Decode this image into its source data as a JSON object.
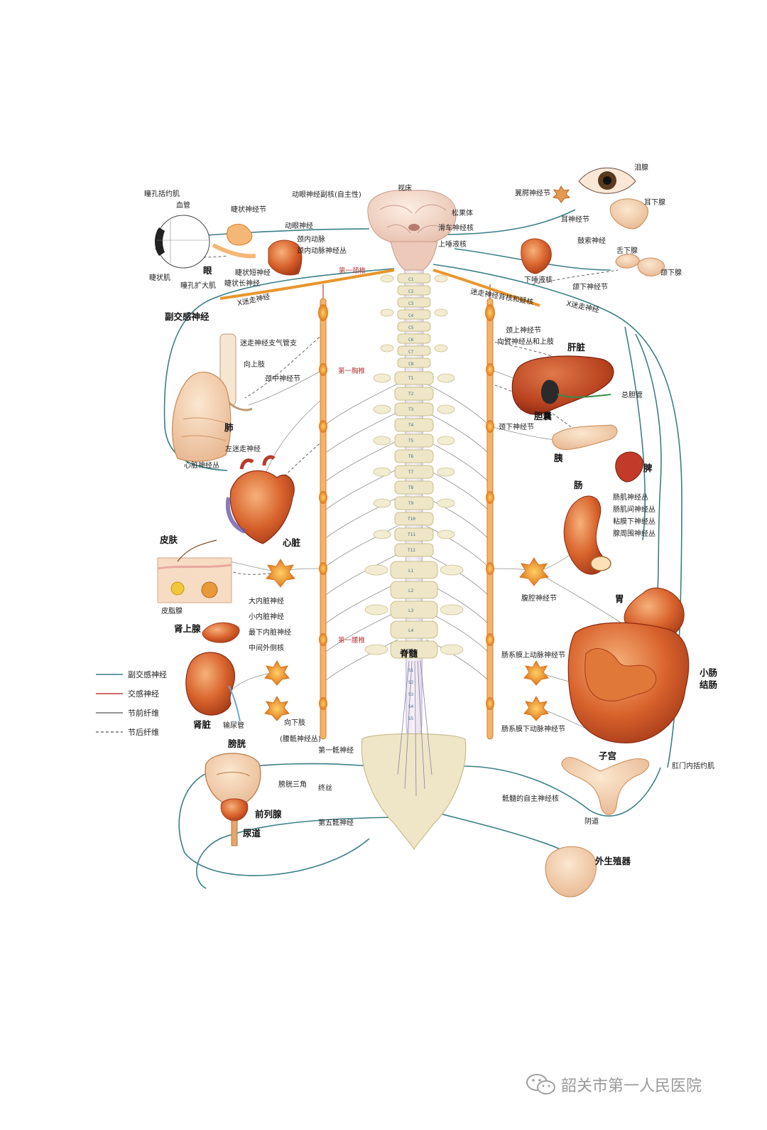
{
  "labels": {
    "pupil_sphincter": "瞳孔括约肌",
    "blood_vessel": "血管",
    "ciliary_ganglion": "睫状神经节",
    "oculomotor_nucleus": "动眼神经副核(自主性)",
    "thalamus": "视床",
    "sphenopalatine_ganglion": "翼腭神经节",
    "lacrimal_gland": "泪腺",
    "oculomotor_nerve": "动眼神经",
    "pineal": "松果体",
    "trochlear_nucleus": "滑车神经核",
    "superior_salivatory": "上唾液核",
    "internal_carotid": "颈内动脉",
    "internal_carotid_plexus": "颈内动脉神经丛",
    "ciliary_muscle": "睫状肌",
    "eye": "眼",
    "pupil_dilator": "瞳孔扩大肌",
    "short_ciliary": "睫状短神经",
    "long_ciliary": "睫状长神经",
    "parotid": "耳下腺",
    "otic_ganglion": "耳神经节",
    "chorda_tympani": "鼓索神经",
    "sublingual": "舌下腺",
    "submandibular_gland": "颌下腺",
    "inferior_salivatory": "下唾液核",
    "submandibular_ganglion": "颌下神经节",
    "first_cervical": "第一颈椎",
    "vagus_left": "X迷走神经",
    "vagus_right": "X迷走神经",
    "vagus_dorsal_nucleus": "迷走神经背核和疑核",
    "parasympathetic": "副交感神经",
    "vagus_bronchial": "迷走神经支气管支",
    "superior_cervical_ganglion": "颈上神经节",
    "cervical_plexus_upper_limb": "向臂神经丛和上肢",
    "liver": "肝脏",
    "upper_limb": "向上肢",
    "middle_cervical_ganglion": "颈中神经节",
    "first_thoracic": "第一胸椎",
    "gallbladder": "胆囊",
    "common_bile_duct": "总胆管",
    "inferior_cervical_ganglion": "颈下神经节",
    "lung": "肺",
    "left_vagus": "左迷走神经",
    "pancreas": "胰",
    "cardiac_plexus": "心脏神经丛",
    "spleen": "脾",
    "intestine": "肠",
    "myenteric_plexus": "肠肌神经丛",
    "intermuscular_plexus": "肠肌间神经丛",
    "submucosal_plexus": "粘膜下神经丛",
    "periglandular_plexus": "腺周围神经丛",
    "skin": "皮肤",
    "heart": "心脏",
    "celiac_ganglion": "腹腔神经节",
    "sebaceous": "皮脂腺",
    "stomach": "胃",
    "greater_splanchnic": "大内脏神经",
    "lesser_splanchnic": "小内脏神经",
    "least_splanchnic": "最下内脏神经",
    "adrenal": "肾上腺",
    "intermediolateral": "中间外侧核",
    "first_lumbar": "第一腰椎",
    "spinal_cord": "脊髓",
    "superior_mesenteric": "肠系膜上动脉神经节",
    "small_intestine": "小肠",
    "large_intestine": "结肠",
    "kidney": "肾脏",
    "ureter": "输尿管",
    "lower_limb": "向下肢",
    "sacral_plexus": "(腰骶神经丛)",
    "inferior_mesenteric": "肠系膜下动脉神经节",
    "bladder": "膀胱",
    "first_sacral": "第一骶神经",
    "uterus": "子宫",
    "anal_sphincter": "肛门内括约肌",
    "trigone": "膀胱三角",
    "filum": "终丝",
    "sacral_autonomic": "骶髓的自主神经核",
    "prostate": "前列腺",
    "urethra": "尿道",
    "fifth_sacral": "第五骶神经",
    "vagina": "阴道",
    "genitals": "外生殖器"
  },
  "vertebrae": {
    "cervical": [
      "C1",
      "C2",
      "C3",
      "C4",
      "C5",
      "C6",
      "C7",
      "C8"
    ],
    "thoracic": [
      "T1",
      "T2",
      "T3",
      "T4",
      "T5",
      "T6",
      "T7",
      "T8",
      "T9",
      "T10",
      "T11",
      "T12"
    ],
    "lumbar": [
      "L1",
      "L2",
      "L3",
      "L4",
      "L5"
    ],
    "sacral": [
      "S1",
      "S2",
      "S3",
      "S4",
      "S5"
    ]
  },
  "legend": {
    "items": [
      {
        "label": "副交感神经",
        "color": "#3b7f86",
        "style": "solid"
      },
      {
        "label": "交感神经",
        "color": "#b8393e",
        "style": "solid"
      },
      {
        "label": "节前纤维",
        "color": "#555555",
        "style": "solid"
      },
      {
        "label": "节后纤维",
        "color": "#555555",
        "style": "dashed"
      }
    ]
  },
  "watermark": {
    "text": "韶关市第一人民医院"
  },
  "colors": {
    "parasympathetic": "#3b7f86",
    "sympathetic": "#b8393e",
    "ganglion_chain": "#e8962d",
    "organ": "#d9652e",
    "bone": "#eee6c6"
  }
}
